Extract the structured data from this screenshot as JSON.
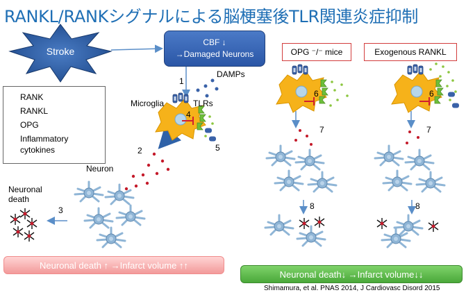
{
  "title": "RANKL/RANKシグナルによる脳梗塞後TLR関連炎症抑制",
  "stroke_label": "Stroke",
  "cbf_box": {
    "line1": "CBF ↓",
    "line2": "→Damaged Neurons"
  },
  "labels": {
    "damps": "DAMPs",
    "microglia": "Microglia",
    "tlrs": "TLRs",
    "neuron": "Neuron",
    "neuronal_death_l1": "Neuronal",
    "neuronal_death_l2": "death"
  },
  "steps": {
    "s1": "1",
    "s2": "2",
    "s3": "3",
    "s4": "4",
    "s5": "5",
    "s6a": "6",
    "s6b": "6",
    "s7a": "7",
    "s7b": "7",
    "s8a": "8",
    "s8b": "8"
  },
  "legend": {
    "rank": "RANK",
    "rankl": "RANKL",
    "opg": "OPG",
    "cytokines_l1": "Inflammatory",
    "cytokines_l2": "cytokines"
  },
  "case_opg": "OPG ⁻/⁻ mice",
  "case_rankl": "Exogenous RANKL",
  "bottom_left": "Neuronal death ↑ →Infarct volume ↑↑",
  "bottom_right": "Neuronal  death↓ →Infarct  volume↓↓",
  "citation": "Shimamura, et al. PNAS 2014, J Cardiovasc Disord 2015",
  "colors": {
    "title": "#1f6fb5",
    "stroke_fill": "#2d5ea6",
    "microglia": "#f6b21a",
    "rank_green": "#6dbf3a",
    "rankl_green": "#8cc63f",
    "opg_blue": "#3a62a8",
    "cytokine_red": "#c41a2a",
    "neuron": "#8fb5d6",
    "arrow": "#5a8ec8"
  }
}
